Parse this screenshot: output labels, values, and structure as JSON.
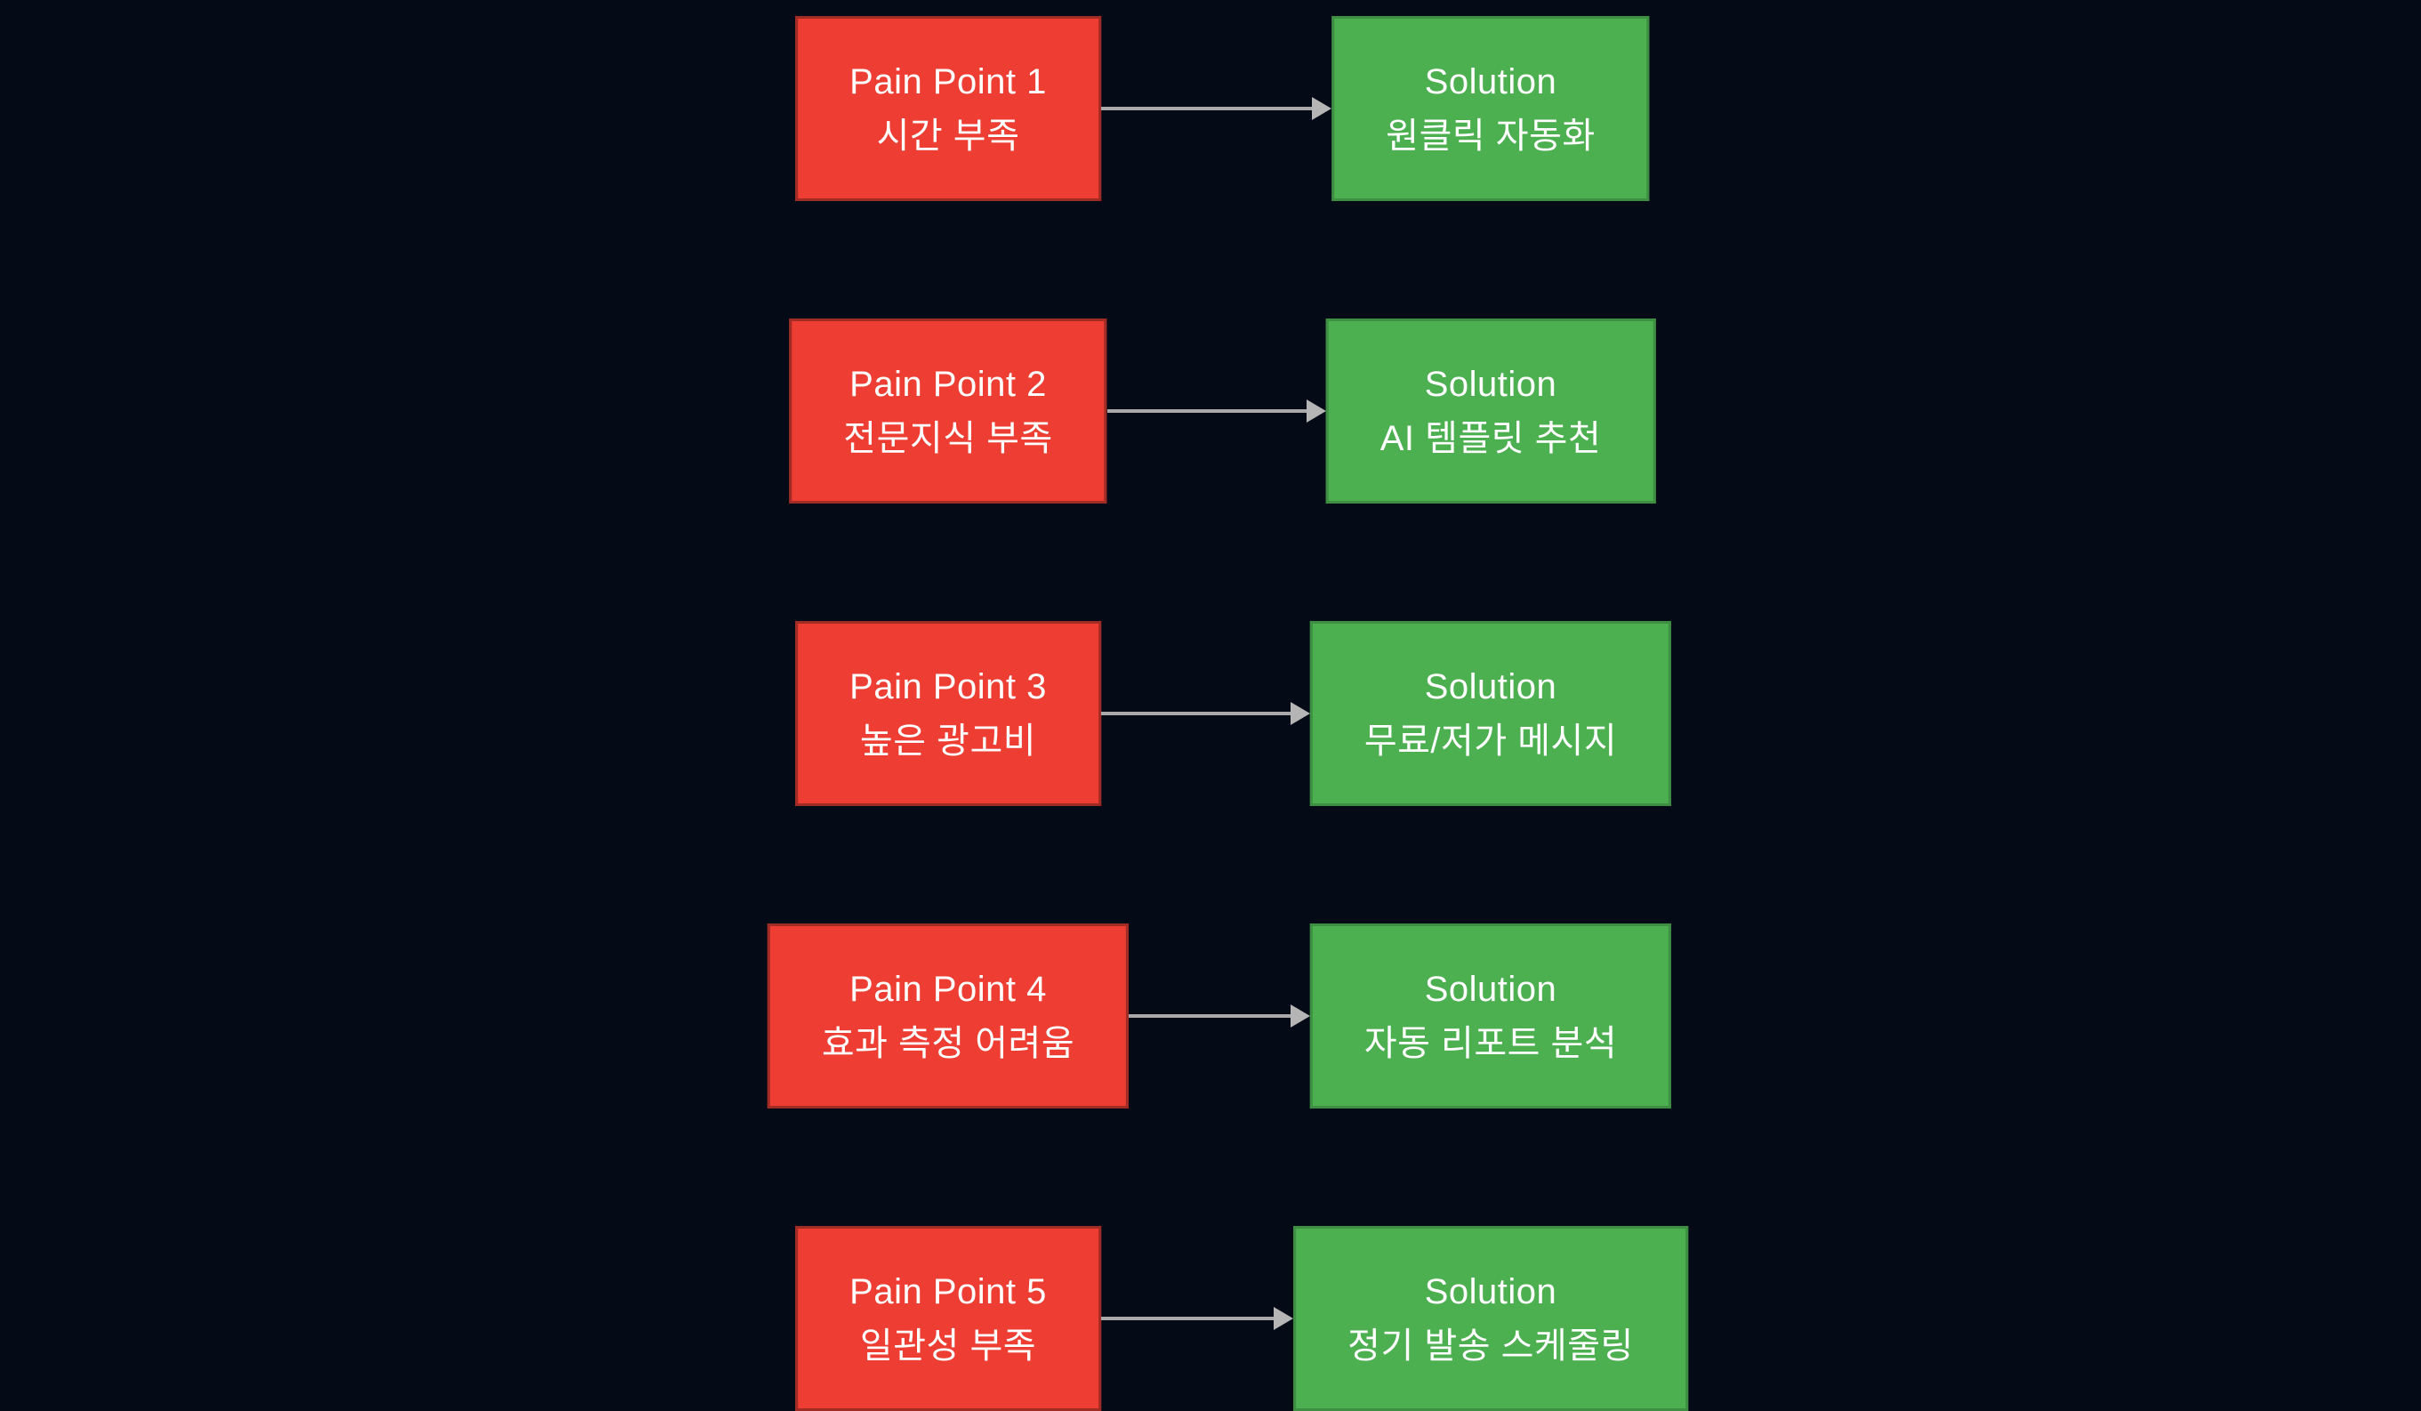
{
  "diagram": {
    "type": "pain-point-to-solution-mapping",
    "rows": [
      {
        "pain_title": "Pain Point 1",
        "pain_subtitle": "시간 부족",
        "solution_title": "Solution",
        "solution_subtitle": "원클릭 자동화"
      },
      {
        "pain_title": "Pain Point 2",
        "pain_subtitle": "전문지식 부족",
        "solution_title": "Solution",
        "solution_subtitle": "AI 템플릿 추천"
      },
      {
        "pain_title": "Pain Point 3",
        "pain_subtitle": "높은 광고비",
        "solution_title": "Solution",
        "solution_subtitle": "무료/저가 메시지"
      },
      {
        "pain_title": "Pain Point 4",
        "pain_subtitle": "효과 측정 어려움",
        "solution_title": "Solution",
        "solution_subtitle": "자동 리포트 분석"
      },
      {
        "pain_title": "Pain Point 5",
        "pain_subtitle": "일관성 부족",
        "solution_title": "Solution",
        "solution_subtitle": "정기 발송 스케줄링"
      }
    ]
  },
  "colors": {
    "background": "#040b17",
    "pain_fill": "#ee3d32",
    "pain_border": "#a02c25",
    "solution_fill": "#4caf50",
    "solution_border": "#3e8e43",
    "arrow_line": "#a9a9a9",
    "arrow_head": "#b5b5b5",
    "text": "#ffffff"
  }
}
